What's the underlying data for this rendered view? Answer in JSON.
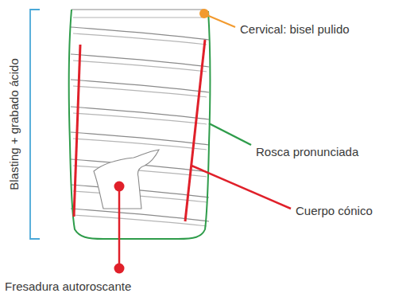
{
  "diagram": {
    "labels": [
      "Cervical: bisel pulido",
      "Rosca pronunciada",
      "Cuerpo cónico",
      "Fresadura autoroscante",
      "Blasting + grabado ácido"
    ]
  }
}
